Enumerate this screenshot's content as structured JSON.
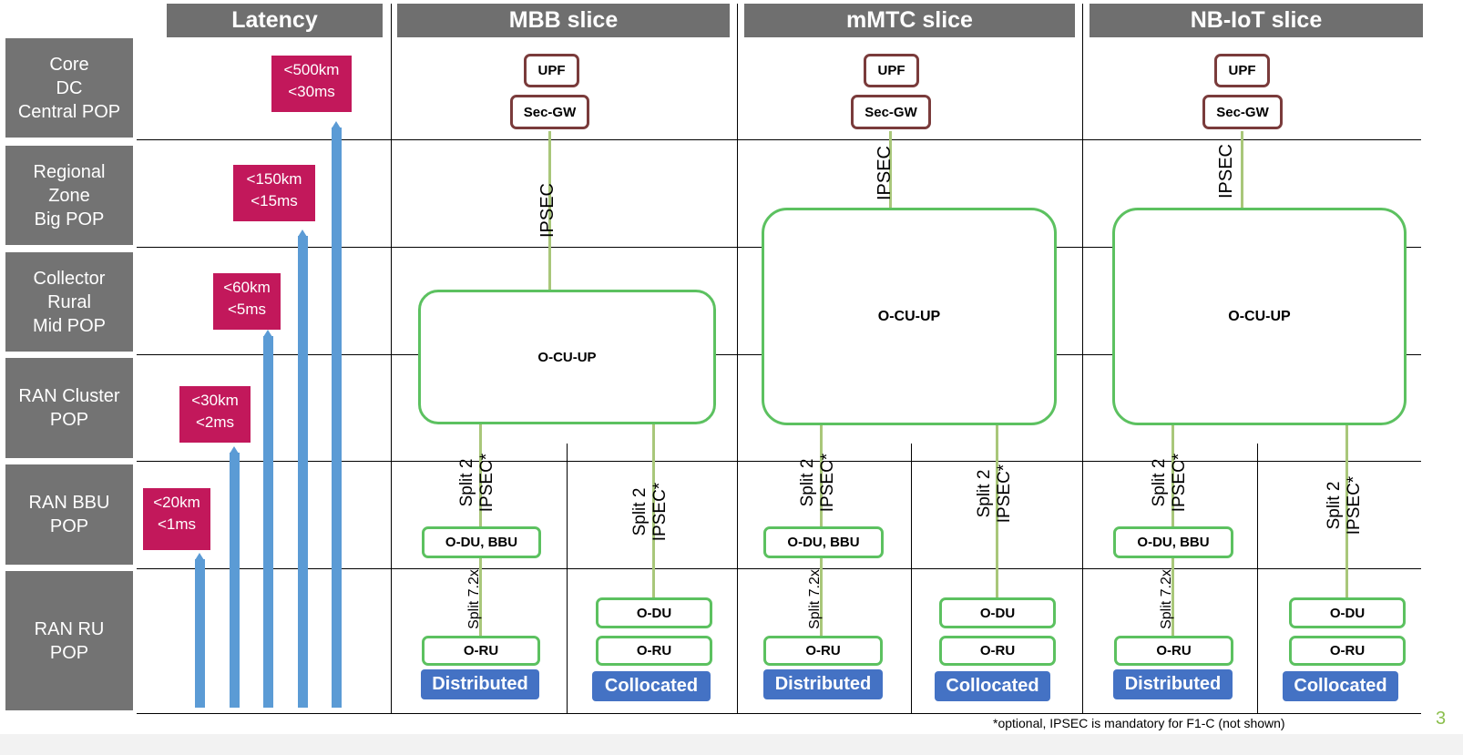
{
  "headers": {
    "latency": "Latency",
    "mbb": "MBB slice",
    "mmtc": "mMTC slice",
    "nbiot": "NB-IoT slice"
  },
  "rows": [
    "Core\nDC\nCentral POP",
    "Regional\nZone\nBig POP",
    "Collector\nRural\nMid POP",
    "RAN Cluster\nPOP",
    "RAN BBU\nPOP",
    "RAN RU\nPOP"
  ],
  "latency": [
    {
      "dist": "<500km",
      "time": "<30ms"
    },
    {
      "dist": "<150km",
      "time": "<15ms"
    },
    {
      "dist": "<60km",
      "time": "<5ms"
    },
    {
      "dist": "<30km",
      "time": "<2ms"
    },
    {
      "dist": "<20km",
      "time": "<1ms"
    }
  ],
  "labels": {
    "upf": "UPF",
    "secgw": "Sec-GW",
    "ocuup": "O-CU-UP",
    "ipsec": "IPSEC",
    "split2": "Split 2\nIPSEC*",
    "split72": "Split 7.2x",
    "oduBbu": "O-DU, BBU",
    "odu": "O-DU",
    "oru": "O-RU",
    "distributed": "Distributed",
    "collocated": "Collocated"
  },
  "footnote": "*optional, IPSEC is mandatory for F1-C (not shown)",
  "page_number": "3",
  "colors": {
    "header_bg": "#6f6f6f",
    "row_label_bg": "#737373",
    "latency_box": "#c2185b",
    "latency_bar": "#5b9bd5",
    "green_box": "#5cc160",
    "sec_box": "#7a3b3b",
    "connector": "#a9c77a",
    "tag_bg": "#4472c4",
    "page_number": "#8bbf4d"
  }
}
